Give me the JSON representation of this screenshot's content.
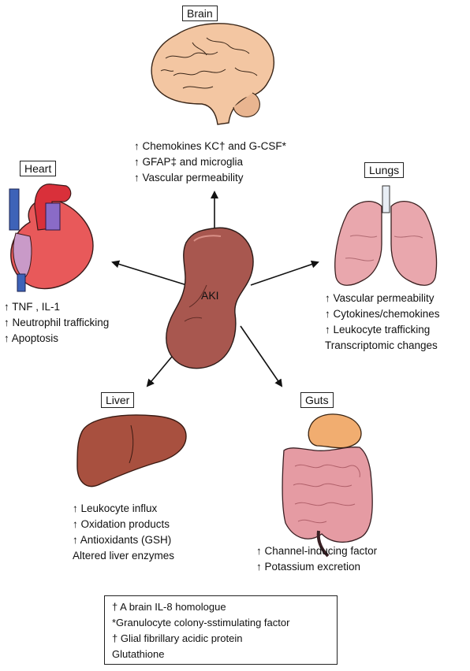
{
  "center": {
    "label": "AKI"
  },
  "organs": {
    "brain": {
      "title": "Brain",
      "effects": [
        "↑ Chemokines KC† and G-CSF*",
        "↑ GFAP‡ and microglia",
        "↑ Vascular permeability"
      ]
    },
    "heart": {
      "title": "Heart",
      "effects": [
        "↑ TNF , IL-1",
        "↑ Neutrophil trafficking",
        "↑ Apoptosis"
      ]
    },
    "lungs": {
      "title": "Lungs",
      "effects": [
        "↑ Vascular permeability",
        "↑ Cytokines/chemokines",
        "↑ Leukocyte trafficking",
        "Transcriptomic changes"
      ]
    },
    "liver": {
      "title": "Liver",
      "effects": [
        "↑ Leukocyte influx",
        "↑ Oxidation products",
        "↑ Antioxidants (GSH)",
        "Altered liver enzymes"
      ]
    },
    "guts": {
      "title": "Guts",
      "effects": [
        "↑ Channel-inducing factor",
        "↑ Potassium excretion"
      ]
    }
  },
  "legend": {
    "lines": [
      "† A brain IL-8 homologue",
      "*Granulocyte colony-sstimulating factor",
      "† Glial fibrillary acidic protein",
      "Glutathione"
    ]
  },
  "colors": {
    "kidney": "#a8574f",
    "heart": "#e8595a",
    "aorta": "#d9303a",
    "vessel_blue": "#3e63b8",
    "lung": "#e9a7ad",
    "liver": "#a8503f",
    "gut": "#e59ba3",
    "stomach": "#f1ad70",
    "brain": "#f3c6a2"
  }
}
